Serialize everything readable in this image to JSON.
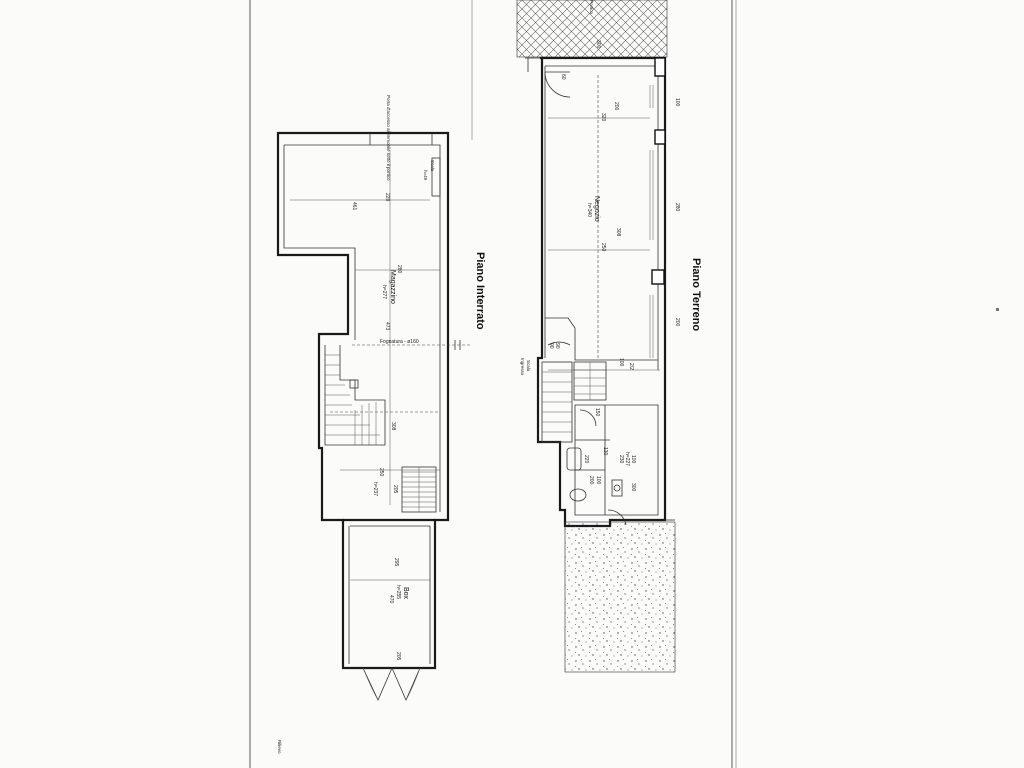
{
  "drawing": {
    "basement": {
      "title": "Piano Interrato",
      "rooms": [
        {
          "name": "Magazzino",
          "height": "h=277"
        },
        {
          "name": "Box",
          "height": "h=255"
        }
      ],
      "notes": [
        "Porta d'accesso all'immobile sotto il portico",
        "Scala",
        "h=49"
      ],
      "sewer": "Fognatura - ø160",
      "dims": [
        "461",
        "220",
        "280",
        "473",
        "308",
        "250",
        "h=237",
        "205",
        "295",
        "470",
        "205"
      ]
    },
    "ground": {
      "title": "Piano Terreno",
      "rooms": [
        {
          "name": "Negozio",
          "height": "h=340"
        }
      ],
      "notes": [
        "Portico",
        "Scala",
        "Ingresso",
        "h=227"
      ],
      "dims": [
        "60",
        "300",
        "100",
        "200",
        "320",
        "280",
        "308",
        "250",
        "200",
        "90",
        "90",
        "2/2",
        "100",
        "150",
        "230",
        "100",
        "200",
        "100",
        "300",
        "130",
        "220"
      ]
    },
    "sheet_note": "Rilievo"
  },
  "colors": {
    "paper": "#fbfbfa",
    "ink": "#1a1a1a"
  }
}
